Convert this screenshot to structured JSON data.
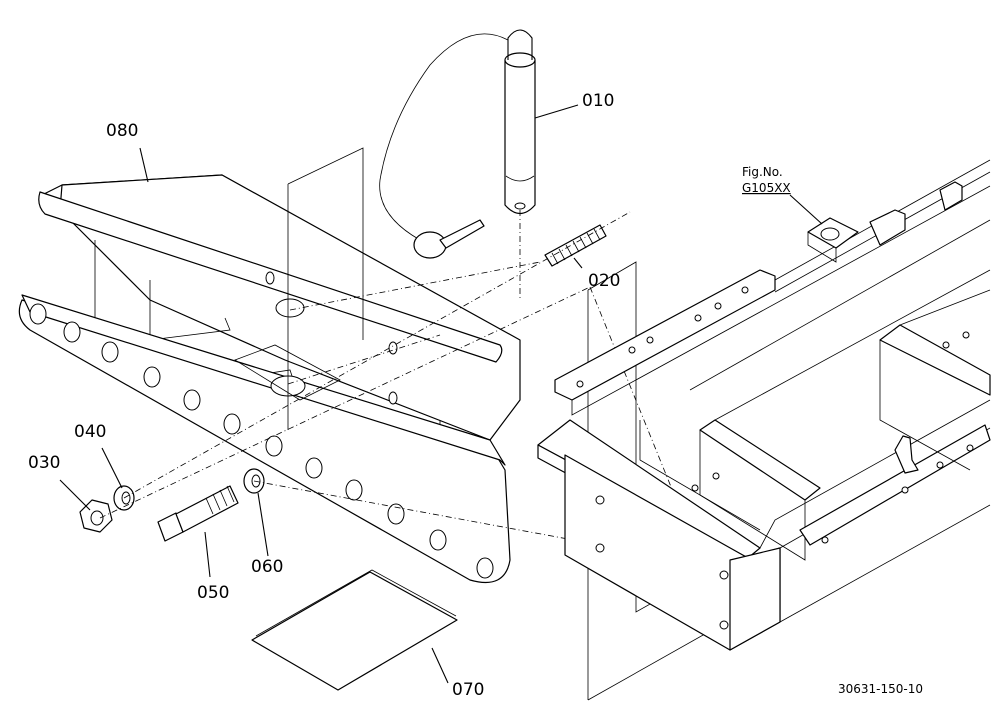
{
  "diagram": {
    "callouts": [
      {
        "id": "010",
        "text": "010"
      },
      {
        "id": "020",
        "text": "020"
      },
      {
        "id": "030",
        "text": "030"
      },
      {
        "id": "040",
        "text": "040"
      },
      {
        "id": "050",
        "text": "050"
      },
      {
        "id": "060",
        "text": "060"
      },
      {
        "id": "070",
        "text": "070"
      },
      {
        "id": "080",
        "text": "080"
      }
    ],
    "reference": {
      "line1": "Fig.No.",
      "line2": "G105XX"
    },
    "drawing_number": "30631-150-10"
  }
}
